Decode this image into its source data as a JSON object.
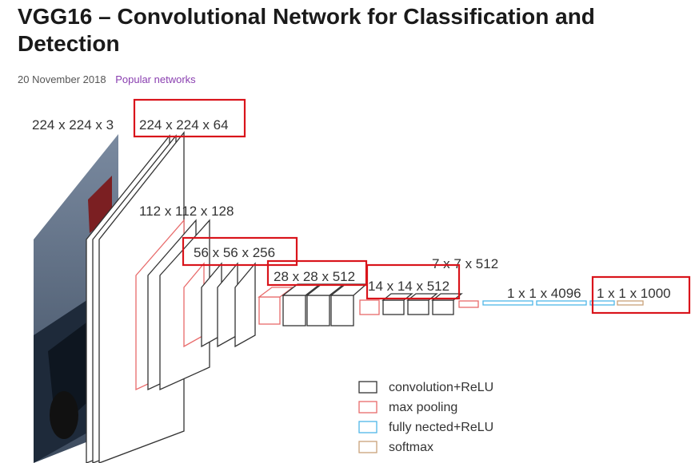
{
  "article": {
    "title": "VGG16 – Convolutional Network for Classification and Detection",
    "date": "20 November 2018",
    "category": "Popular networks"
  },
  "diagram": {
    "labels": {
      "input": "224 x 224 x 3",
      "conv1": "224 x 224 x 64",
      "conv2": "112 x 112 x 128",
      "conv3": "56 x 56 x 256",
      "conv4": "28 x 28 x 512",
      "conv5": "14 x 14 x 512",
      "pool5": "7 x 7 x 512",
      "fc": "1 x 1 x 4096",
      "output": "1 x 1 x 1000"
    },
    "legend": [
      {
        "label": "convolution+ReLU",
        "color": "#333333"
      },
      {
        "label": "max pooling",
        "color": "#e86a6a"
      },
      {
        "label": "fully nected+ReLU",
        "color": "#4fb6e8"
      },
      {
        "label": "softmax",
        "color": "#c9a27a"
      }
    ],
    "highlight_color": "#d9141b"
  }
}
